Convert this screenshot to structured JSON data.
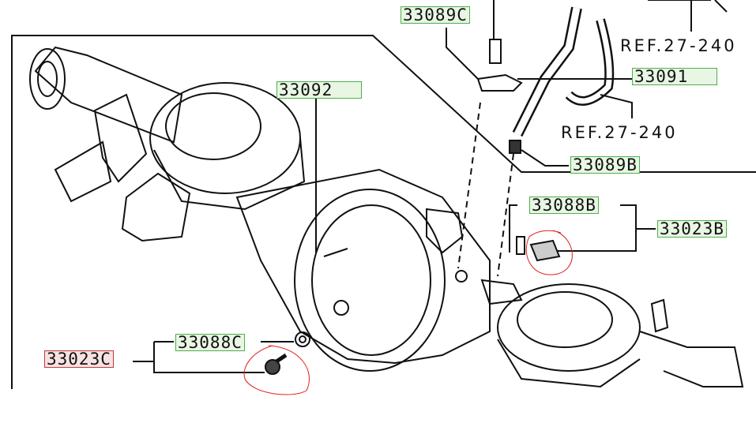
{
  "diagram": {
    "part_labels": {
      "p33089C": "33089C",
      "p33091": "33091",
      "p33092": "33092",
      "p33089B": "33089B",
      "p33088B": "33088B",
      "p33023B": "33023B",
      "p33088C": "33088C",
      "p33023C": "33023C"
    },
    "references": [
      "REF.27-240",
      "REF.27-240"
    ],
    "colors": {
      "label_green": "#4cb04c",
      "label_red": "#c03a3a",
      "highlight_circle": "#e02020"
    }
  }
}
